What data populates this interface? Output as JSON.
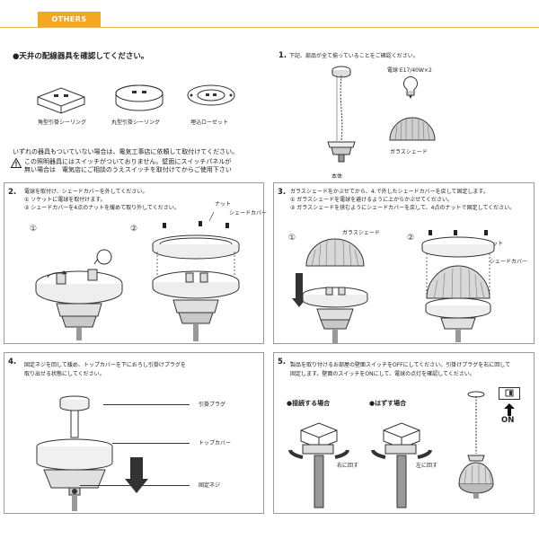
{
  "tab_label": "OTHERS",
  "intro": {
    "heading": "●天井の配線器具を確認してください。",
    "fixtures": [
      {
        "label": "角型引掛シーリング"
      },
      {
        "label": "丸型引掛シーリング"
      },
      {
        "label": "埋込ローゼット"
      }
    ],
    "note_line1": "いずれの器具もついていない場合は、電気工事店に依頼して取付けてください。",
    "note_line2": "この照明器具にはスイッチがついておりません。壁面にスイッチパネルが",
    "note_line3": "無い場合は　電気店にご相談のうえスイッチを取付けてからご使用下さい"
  },
  "step1": {
    "number": "1.",
    "text": "下記、部品が全て揃っていることをご確認ください。",
    "bulb_label": "電球 E17/40W×2",
    "shade_label": "ガラスシェード",
    "body_label": "本体"
  },
  "step2": {
    "number": "2.",
    "line1": "電球を取付け、シェードカバーを外してください。",
    "line2": "① ソケットに電球を取付けます。",
    "line3": "② シェードカバーを4点のナットを緩めて取り外してください。",
    "circle1": "①",
    "circle2": "②",
    "nut_label": "ナット",
    "cover_label": "シェードカバー"
  },
  "step3": {
    "number": "3.",
    "line1": "ガラスシェードをかぶせてから、4.で外したシェードカバーを戻して固定します。",
    "line2": "① ガラスシェードを電球を避けるように上からかぶせてください。",
    "line3": "② ガラスシェードを挟むようにシェードカバーを戻して、4点のナットで固定してください。",
    "circle1": "①",
    "circle2": "②",
    "shade_label": "ガラスシェード",
    "nut_label": "ナット",
    "cover_label": "シェードカバー"
  },
  "step4": {
    "number": "4.",
    "line1": "固定ネジを回して緩め、トップカバーを下におろし引掛けプラグを",
    "line2": "取り出せる状態にしてください。",
    "plug_label": "引掛プラグ",
    "topcover_label": "トップカバー",
    "screw_label": "固定ネジ"
  },
  "step5": {
    "number": "5.",
    "line1": "製品を取り付けるお部屋の壁面スイッチをOFFにしてください。引掛けプラグを右に回して",
    "line2": "固定します。壁面のスイッチをONにして、電球の点灯を確認してください。",
    "connect_heading": "●接続する場合",
    "remove_heading": "●はずす場合",
    "right_turn": "右に回す",
    "left_turn": "左に回す",
    "on_label": "ON"
  }
}
